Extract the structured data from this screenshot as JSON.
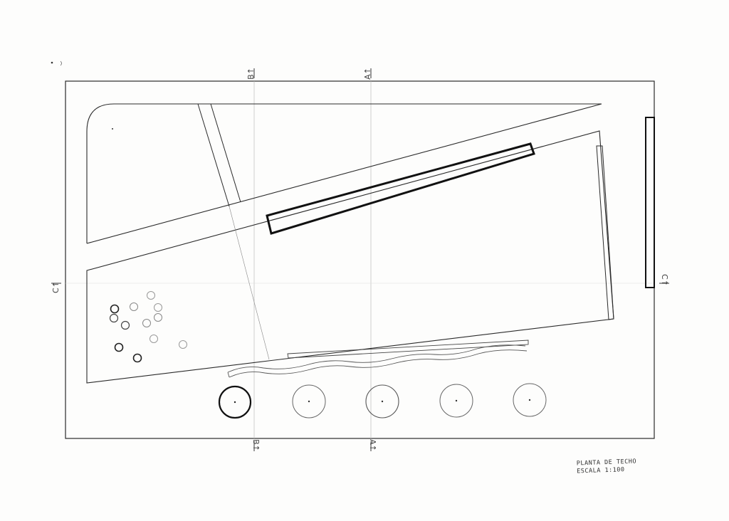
{
  "drawing": {
    "title": "PLANTA DE TECHO",
    "scale": "ESCALA 1:100"
  },
  "section_marks": {
    "a_top": "A",
    "a_bottom": "A",
    "b_top": "B",
    "b_bottom": "B",
    "c_left": "C",
    "c_right": "C"
  },
  "colors": {
    "ink": "#2a2a2a",
    "faint": "#9a9a9a",
    "paper": "#fdfdfc"
  }
}
